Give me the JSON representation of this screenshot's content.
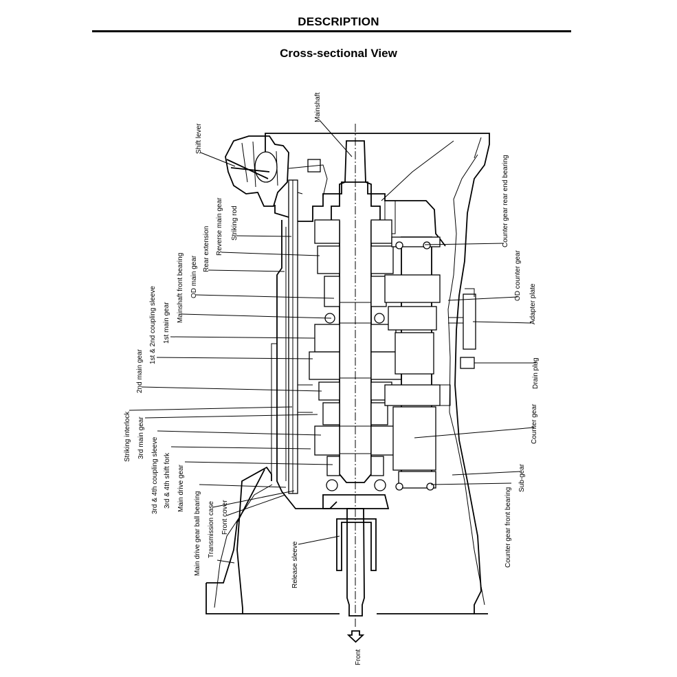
{
  "header": {
    "title": "DESCRIPTION"
  },
  "subtitle": "Cross-sectional View",
  "labels": {
    "mainshaft": "Mainshaft",
    "shift_lever": "Shift lever",
    "striking_rod": "Striking rod",
    "reverse_main_gear": "Reverse main gear",
    "rear_extension": "Rear extension",
    "od_main_gear": "OD main gear",
    "mainshaft_front_bearing": "Mainshaft front bearing",
    "first_main_gear": "1st main gear",
    "first_second_coupling_sleeve": "1st & 2nd coupling sleeve",
    "second_main_gear": "2nd main gear",
    "striking_interlock": "Striking interlock",
    "third_main_gear": "3rd main gear",
    "third_fourth_coupling_sleeve": "3rd & 4th coupling sleeve",
    "third_fourth_shift_fork": "3rd & 4th shift fork",
    "main_drive_gear": "Main drive gear",
    "main_drive_gear_ball_bearing": "Main drive gear ball bearing",
    "transmission_case": "Transmission case",
    "front_cover": "Front cover",
    "release_sleeve": "Release sleeve",
    "front": "Front",
    "counter_gear_rear_end_bearing": "Counter gear rear end bearing",
    "od_counter_gear": "OD counter gear",
    "adapter_plate": "Adapter plate",
    "drain_plug": "Drain plug",
    "counter_gear": "Counter gear",
    "sub_gear": "Sub-gear",
    "counter_gear_front_bearing": "Counter gear front bearing"
  }
}
